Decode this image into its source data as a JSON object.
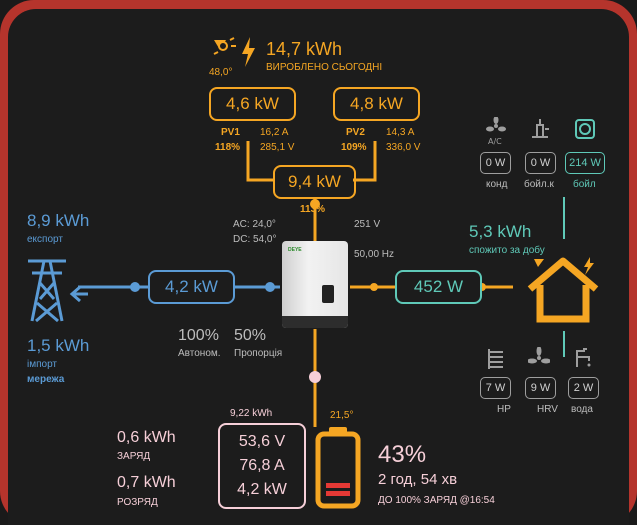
{
  "colors": {
    "solar": "#f5a623",
    "grid": "#5b9bd5",
    "load": "#5fc9b8",
    "battery": "#f6cfd8",
    "frame": "#b5342c"
  },
  "solar": {
    "sun_elevation": "48,0°",
    "total": "14,7 kWh",
    "total_label": "ВИРОБЛЕНО СЬОГОДНІ",
    "pv1": {
      "power": "4,6 kW",
      "name": "PV1",
      "pct": "118%",
      "current": "16,2 A",
      "voltage": "285,1 V"
    },
    "pv2": {
      "power": "4,8 kW",
      "name": "PV2",
      "pct": "109%",
      "current": "14,3 A",
      "voltage": "336,0 V"
    },
    "combined": {
      "power": "9,4 kW",
      "pct": "113%"
    }
  },
  "inverter": {
    "ac_temp": "AC: 24,0°",
    "dc_temp": "DC: 54,0°",
    "voltage": "251 V",
    "frequency": "50,00 Hz",
    "brand": "DEYE"
  },
  "grid": {
    "export": "8,9 kWh",
    "export_label": "експорт",
    "import": "1,5 kWh",
    "import_label": "імпорт",
    "name": "мережа",
    "power": "4,2 kW"
  },
  "stats": {
    "autonomy": "100%",
    "autonomy_label": "Автоном.",
    "ratio": "50%",
    "ratio_label": "Пропорція"
  },
  "load": {
    "power": "452 W",
    "daily": "5,3 kWh",
    "daily_label": "спожито за добу"
  },
  "devices_top": [
    {
      "icon": "fan-ac-icon",
      "label": "конд",
      "value": "0 W"
    },
    {
      "icon": "water-boiler-icon",
      "label": "бойл.к",
      "value": "0 W"
    },
    {
      "icon": "boiler-icon",
      "label": "бойл",
      "value": "214 W"
    }
  ],
  "devices_bottom": [
    {
      "icon": "heat-pump-icon",
      "label": "HP",
      "value": "7 W"
    },
    {
      "icon": "fan-icon",
      "label": "HRV",
      "value": "9 W"
    },
    {
      "icon": "water-pump-icon",
      "label": "вода",
      "value": "2 W"
    }
  ],
  "battery": {
    "capacity": "9,22 kWh",
    "voltage": "53,6 V",
    "current": "76,8 A",
    "power": "4,2 kW",
    "temp": "21,5°",
    "soc": "43%",
    "soc_value": 43,
    "time": "2 год, 54 хв",
    "to_full": "ДО 100% ЗАРЯД @16:54",
    "charge": "0,6 kWh",
    "charge_label": "ЗАРЯД",
    "discharge": "0,7 kWh",
    "discharge_label": "РОЗРЯД"
  }
}
